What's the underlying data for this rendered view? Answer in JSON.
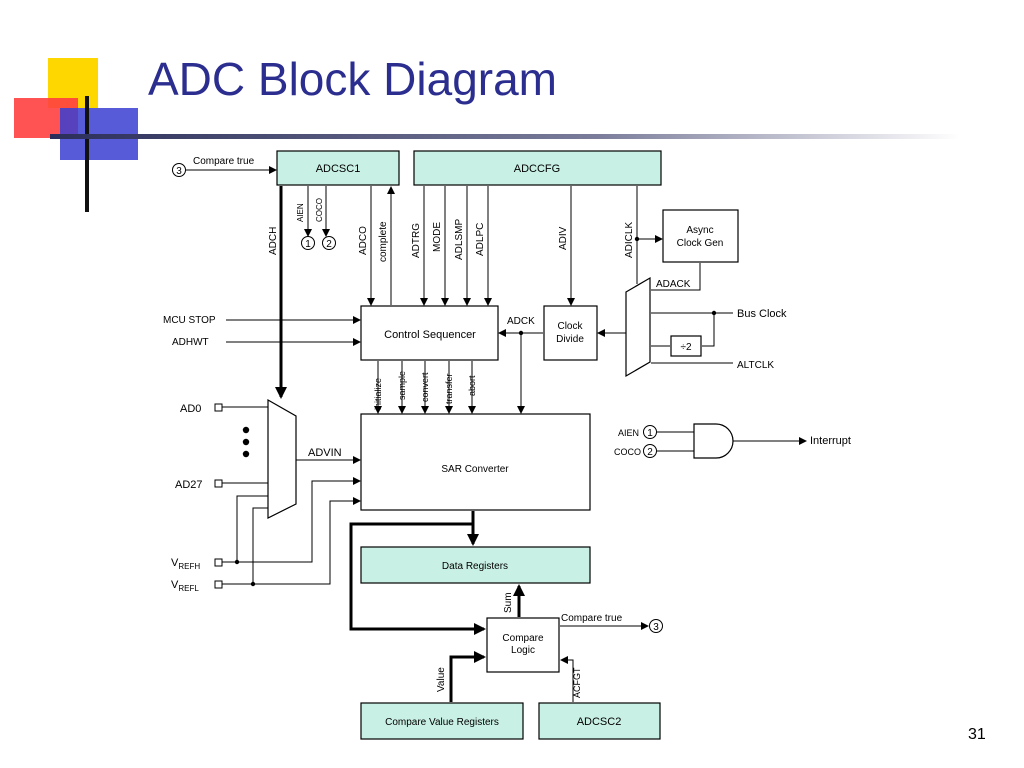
{
  "slide": {
    "title": "ADC Block Diagram",
    "page_number": "31"
  },
  "colors": {
    "title": "#2b2e8f",
    "register_fill": "#c9f0e4",
    "deco_yellow": "#ffd700",
    "deco_red": "#ff4040",
    "deco_blue": "#3b3ed0"
  },
  "blocks": {
    "adcsc1": "ADCSC1",
    "adccfg": "ADCCFG",
    "async_clock_gen_line1": "Async",
    "async_clock_gen_line2": "Clock Gen",
    "control_sequencer": "Control Sequencer",
    "clock_divide_line1": "Clock",
    "clock_divide_line2": "Divide",
    "divide_by_two": "÷2",
    "sar_converter": "SAR Converter",
    "data_registers": "Data Registers",
    "compare_logic_line1": "Compare",
    "compare_logic_line2": "Logic",
    "compare_value_registers": "Compare Value Registers",
    "adcsc2": "ADCSC2"
  },
  "signals": {
    "compare_true": "Compare true",
    "compare_true_out": "Compare true",
    "adch": "ADCH",
    "aien": "AIEN",
    "coco": "COCO",
    "adco": "ADCO",
    "complete": "complete",
    "adtrg": "ADTRG",
    "mode": "MODE",
    "adlsmp": "ADLSMP",
    "adlpc": "ADLPC",
    "adiv": "ADIV",
    "adiclk": "ADICLK",
    "adack": "ADACK",
    "bus_clock": "Bus Clock",
    "altclk": "ALTCLK",
    "adck": "ADCK",
    "mcu_stop": "MCU STOP",
    "adhwt": "ADHWT",
    "initialize": "initialize",
    "sample": "sample",
    "convert": "convert",
    "transfer": "transfer",
    "abort": "abort",
    "ad0": "AD0",
    "ad27": "AD27",
    "advin": "ADVIN",
    "vrefh_main": "V",
    "vrefh_sub": "REFH",
    "vrefl_main": "V",
    "vrefl_sub": "REFL",
    "aien_gate": "AIEN",
    "coco_gate": "COCO",
    "interrupt": "Interrupt",
    "sum": "Sum",
    "value": "Value",
    "acfgt": "ACFGT"
  },
  "markers": {
    "m1": "1",
    "m2": "2",
    "m3": "3"
  }
}
